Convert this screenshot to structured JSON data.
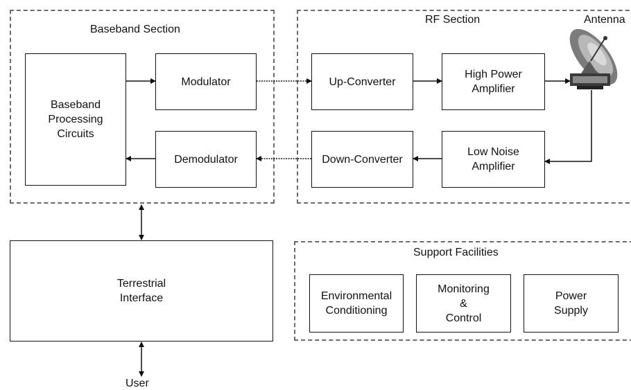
{
  "sections": {
    "baseband": "Baseband Section",
    "rf": "RF Section",
    "support": "Support Facilities"
  },
  "blocks": {
    "baseband_processing": [
      "Baseband",
      "Processing",
      "Circuits"
    ],
    "modulator": [
      "Modulator"
    ],
    "demodulator": [
      "Demodulator"
    ],
    "up_converter": [
      "Up-Converter"
    ],
    "down_converter": [
      "Down-Converter"
    ],
    "hpa": [
      "High Power",
      "Amplifier"
    ],
    "lna": [
      "Low Noise",
      "Amplifier"
    ],
    "terrestrial": [
      "Terrestrial",
      "Interface"
    ],
    "environmental": [
      "Environmental",
      "Conditioning"
    ],
    "monitoring": [
      "Monitoring",
      "&",
      "Control"
    ],
    "power": [
      "Power",
      "Supply"
    ]
  },
  "labels": {
    "antenna": "Antenna",
    "user": "User"
  },
  "colors": {
    "line": "#111111",
    "dashed_border": "#6a6a6a"
  },
  "icons": {
    "antenna": "satellite-dish-icon"
  }
}
